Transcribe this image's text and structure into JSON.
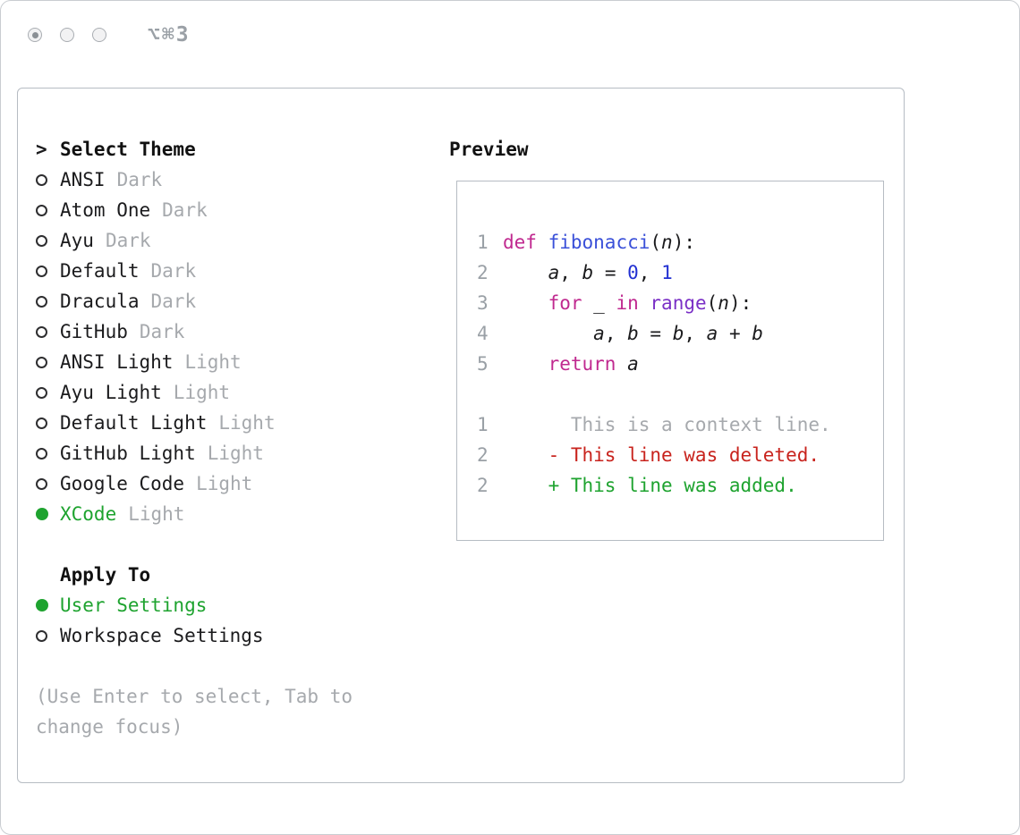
{
  "titlebar": {
    "shortcut": "⌥⌘3"
  },
  "theme_section": {
    "cursor": ">",
    "title": "Select Theme",
    "items": [
      {
        "label": "ANSI",
        "tag": "Dark",
        "selected": false
      },
      {
        "label": "Atom One",
        "tag": "Dark",
        "selected": false
      },
      {
        "label": "Ayu",
        "tag": "Dark",
        "selected": false
      },
      {
        "label": "Default",
        "tag": "Dark",
        "selected": false
      },
      {
        "label": "Dracula",
        "tag": "Dark",
        "selected": false
      },
      {
        "label": "GitHub",
        "tag": "Dark",
        "selected": false
      },
      {
        "label": "ANSI Light",
        "tag": "Light",
        "selected": false
      },
      {
        "label": "Ayu Light",
        "tag": "Light",
        "selected": false
      },
      {
        "label": "Default Light",
        "tag": "Light",
        "selected": false
      },
      {
        "label": "GitHub Light",
        "tag": "Light",
        "selected": false
      },
      {
        "label": "Google Code",
        "tag": "Light",
        "selected": false
      },
      {
        "label": "XCode",
        "tag": "Light",
        "selected": true
      }
    ]
  },
  "apply_section": {
    "title": "Apply To",
    "items": [
      {
        "label": "User Settings",
        "selected": true
      },
      {
        "label": "Workspace Settings",
        "selected": false
      }
    ]
  },
  "hint": "(Use Enter to select, Tab to change focus)",
  "preview": {
    "title": "Preview",
    "lines": [
      {
        "num": "1",
        "tokens": [
          {
            "c": "kw",
            "t": "def"
          },
          {
            "c": "plain",
            "t": " "
          },
          {
            "c": "fn",
            "t": "fibonacci"
          },
          {
            "c": "plain",
            "t": "("
          },
          {
            "c": "var",
            "t": "n"
          },
          {
            "c": "plain",
            "t": "):"
          }
        ]
      },
      {
        "num": "2",
        "tokens": [
          {
            "c": "plain",
            "t": "    "
          },
          {
            "c": "var",
            "t": "a"
          },
          {
            "c": "plain",
            "t": ", "
          },
          {
            "c": "var",
            "t": "b"
          },
          {
            "c": "plain",
            "t": " = "
          },
          {
            "c": "num",
            "t": "0"
          },
          {
            "c": "plain",
            "t": ", "
          },
          {
            "c": "num",
            "t": "1"
          }
        ]
      },
      {
        "num": "3",
        "tokens": [
          {
            "c": "plain",
            "t": "    "
          },
          {
            "c": "kw",
            "t": "for"
          },
          {
            "c": "plain",
            "t": " _ "
          },
          {
            "c": "kw",
            "t": "in"
          },
          {
            "c": "plain",
            "t": " "
          },
          {
            "c": "builtin",
            "t": "range"
          },
          {
            "c": "plain",
            "t": "("
          },
          {
            "c": "var",
            "t": "n"
          },
          {
            "c": "plain",
            "t": "):"
          }
        ]
      },
      {
        "num": "4",
        "tokens": [
          {
            "c": "plain",
            "t": "        "
          },
          {
            "c": "var",
            "t": "a"
          },
          {
            "c": "plain",
            "t": ", "
          },
          {
            "c": "var",
            "t": "b"
          },
          {
            "c": "plain",
            "t": " = "
          },
          {
            "c": "var",
            "t": "b"
          },
          {
            "c": "plain",
            "t": ", "
          },
          {
            "c": "var",
            "t": "a"
          },
          {
            "c": "plain",
            "t": " + "
          },
          {
            "c": "var",
            "t": "b"
          }
        ]
      },
      {
        "num": "5",
        "tokens": [
          {
            "c": "plain",
            "t": "    "
          },
          {
            "c": "kw",
            "t": "return"
          },
          {
            "c": "plain",
            "t": " "
          },
          {
            "c": "var",
            "t": "a"
          }
        ]
      },
      {
        "num": "",
        "tokens": []
      },
      {
        "num": "1",
        "tokens": [
          {
            "c": "ctx",
            "t": "      This is a context line."
          }
        ]
      },
      {
        "num": "2",
        "tokens": [
          {
            "c": "del",
            "t": "    - This line was deleted."
          }
        ]
      },
      {
        "num": "2",
        "tokens": [
          {
            "c": "add",
            "t": "    + This line was added."
          }
        ]
      }
    ]
  },
  "colors": {
    "selection_green": "#1ea32f",
    "keyword_magenta": "#c0298f",
    "function_blue": "#3a50d9",
    "number_blue": "#2230d2",
    "builtin_purple": "#7a2fc6",
    "deleted_red": "#c8231d",
    "added_green": "#1ea32f",
    "muted_gray": "#a6a9ad",
    "border_gray": "#b6bcc3"
  }
}
